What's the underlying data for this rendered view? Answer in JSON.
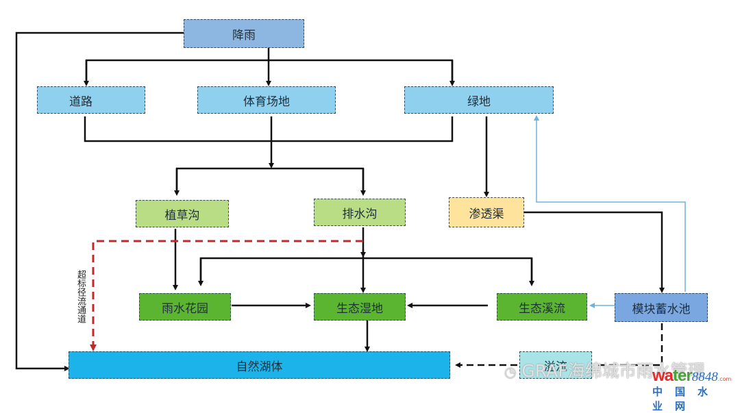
{
  "diagram": {
    "nodes": {
      "rainfall": "降雨",
      "road": "道路",
      "sports_field": "体育场地",
      "green_space": "绿地",
      "grass_swale": "植草沟",
      "drainage_ditch": "排水沟",
      "infiltration_trench": "渗透渠",
      "rain_garden": "雨水花园",
      "ecological_wetland": "生态湿地",
      "ecological_stream": "生态溪流",
      "modular_storage_tank": "模块蓄水池",
      "natural_lake": "自然湖体",
      "overflow": "溢流"
    },
    "labels": {
      "excess_runoff_channel": "超标径流通道"
    },
    "colors": {
      "black_flow": "#111111",
      "excess_flow": "#c0282a",
      "reuse_flow": "#6cb4e0"
    }
  },
  "watermark": {
    "text": "GRAF海绵城市雨水管理",
    "logo_brand": "water",
    "logo_number": "8848",
    "logo_domain": ".com",
    "logo_cn": "中国水业网"
  }
}
